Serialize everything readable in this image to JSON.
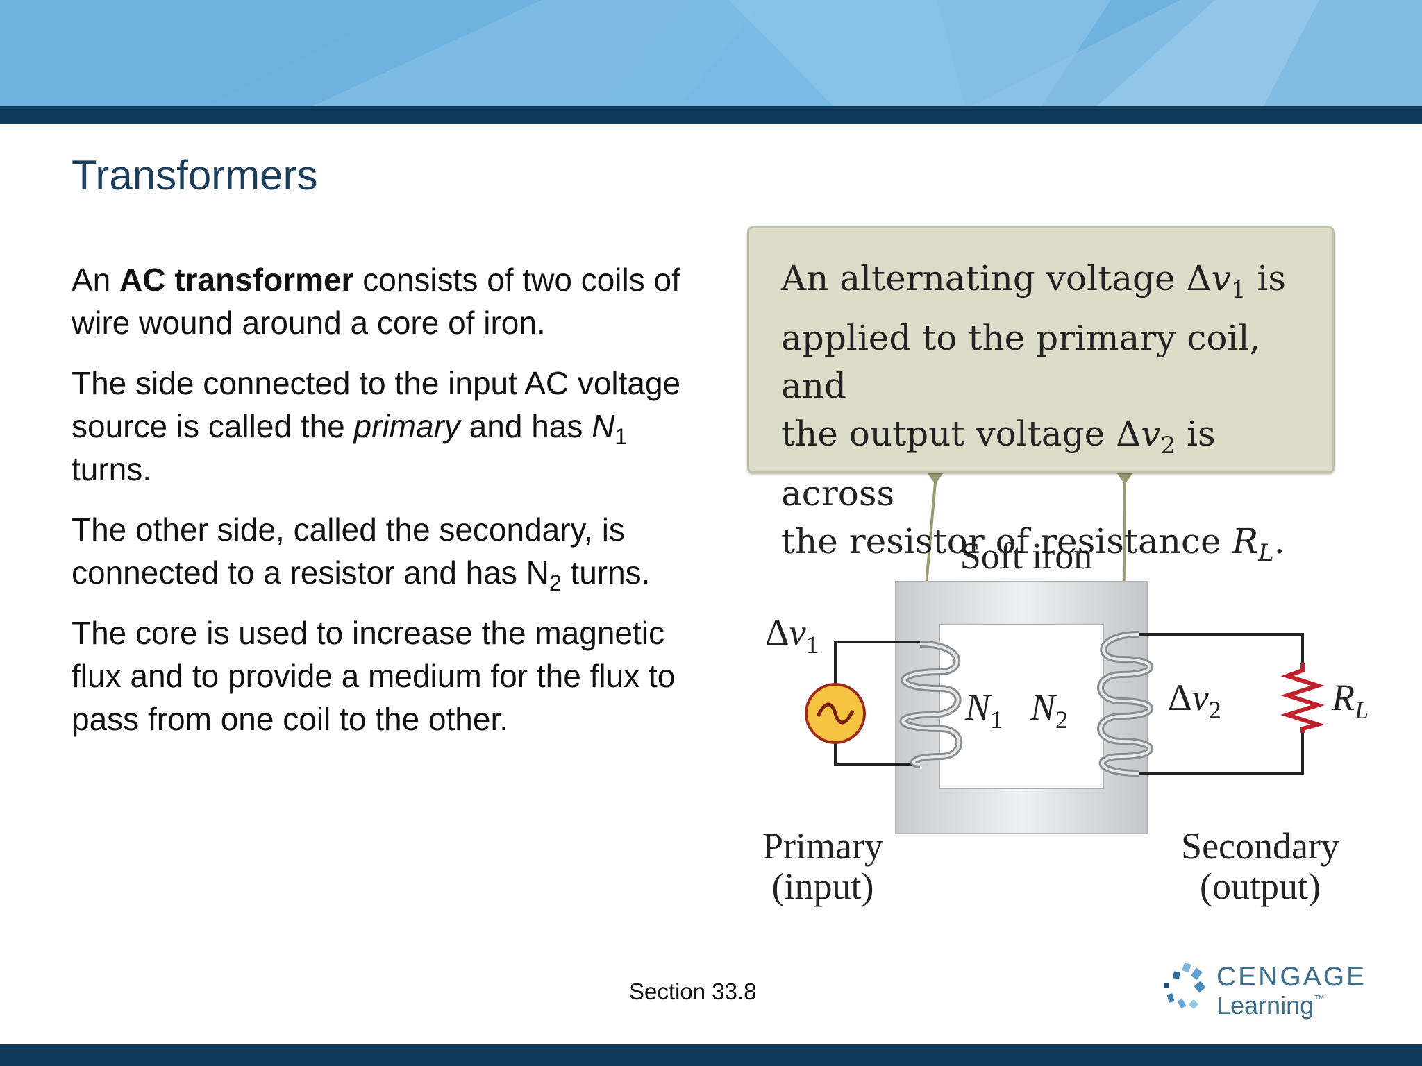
{
  "slide": {
    "title": "Transformers",
    "footer_section": "Section  33.8"
  },
  "body": {
    "p1_pre": "An ",
    "p1_bold": "AC transformer",
    "p1_post": " consists of two coils of wire wound around a core of iron.",
    "p2_pre": "The side connected to the input AC voltage source is called the ",
    "p2_italic": "primary",
    "p2_mid": " and has ",
    "p2_var": "N",
    "p2_sub": "1",
    "p2_post": " turns.",
    "p3_pre": "The other side, called the secondary, is connected to a resistor and has N",
    "p3_sub": "2",
    "p3_post": " turns.",
    "p4": "The core is used to increase the magnetic flux and to provide a medium for the flux to pass from one coil to the other."
  },
  "figure": {
    "callout_line1": "An alternating voltage Δ",
    "callout_v1": "v",
    "callout_v1_sub": "1",
    "callout_line1_end": " is",
    "callout_line2": "applied to the primary coil, and",
    "callout_line3": "the output voltage Δ",
    "callout_v2": "v",
    "callout_v2_sub": "2",
    "callout_line3_end": " is across",
    "callout_line4": "the resistor of resistance ",
    "callout_rl": "R",
    "callout_rl_sub": "L",
    "callout_line4_end": ".",
    "soft_iron": "Soft iron",
    "dv1_delta": "Δ",
    "dv1_v": "v",
    "dv1_sub": "1",
    "n1_var": "N",
    "n1_sub": "1",
    "n2_var": "N",
    "n2_sub": "2",
    "dv2_delta": "Δ",
    "dv2_v": "v",
    "dv2_sub": "2",
    "rl_var": "R",
    "rl_sub": "L",
    "primary_l1": "Primary",
    "primary_l2": "(input)",
    "secondary_l1": "Secondary",
    "secondary_l2": "(output)"
  },
  "logo": {
    "line1": "CENGAGE",
    "line2": "Learning",
    "mark": "™"
  },
  "colors": {
    "header_blue": "#6fb2df",
    "navy_bar": "#0f3a5a",
    "title": "#1b3f5c",
    "callout_bg": "#dddcc9",
    "source_fill": "#f5c242",
    "resistor": "#c0202a"
  }
}
